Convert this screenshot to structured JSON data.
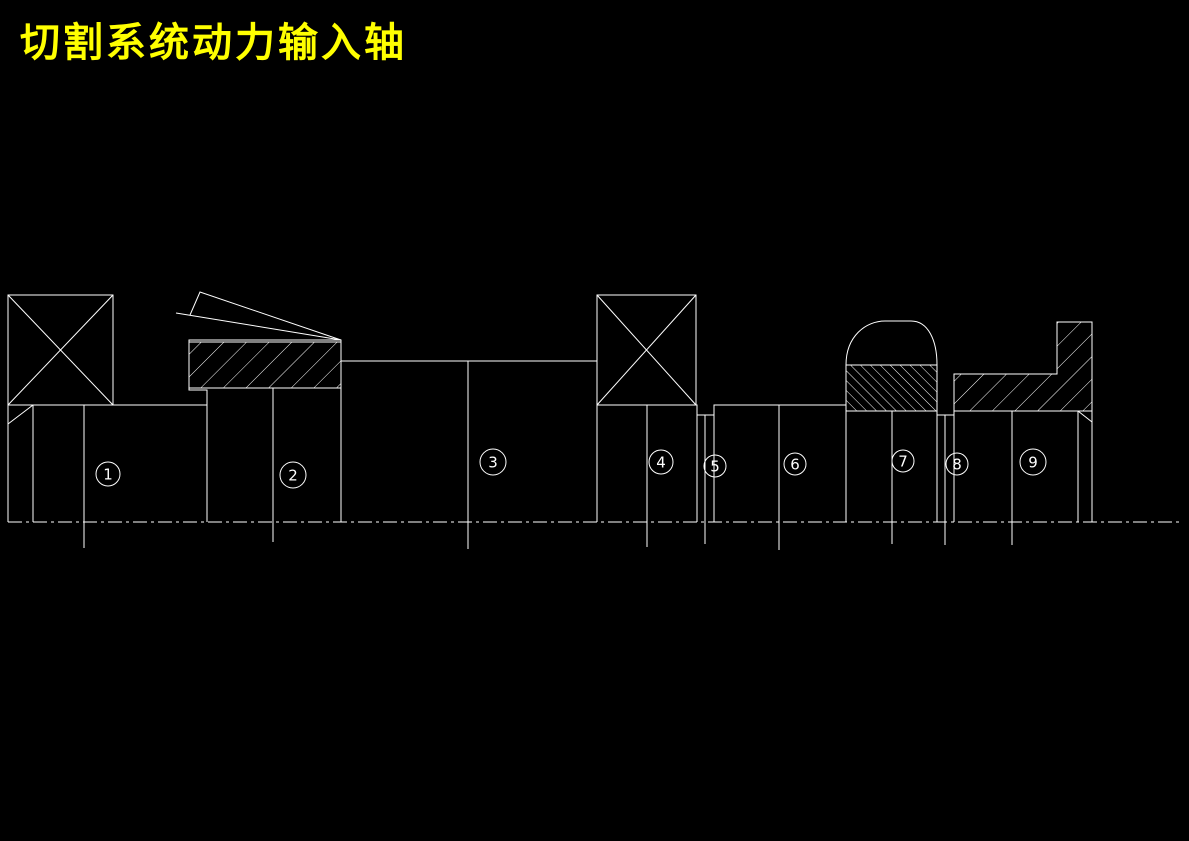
{
  "title": "切割系统动力输入轴",
  "part_labels": [
    "1",
    "2",
    "3",
    "4",
    "5",
    "6",
    "7",
    "8",
    "9"
  ],
  "colors": {
    "background": "#000000",
    "title": "#ffff00",
    "lines": "#ffffff"
  }
}
